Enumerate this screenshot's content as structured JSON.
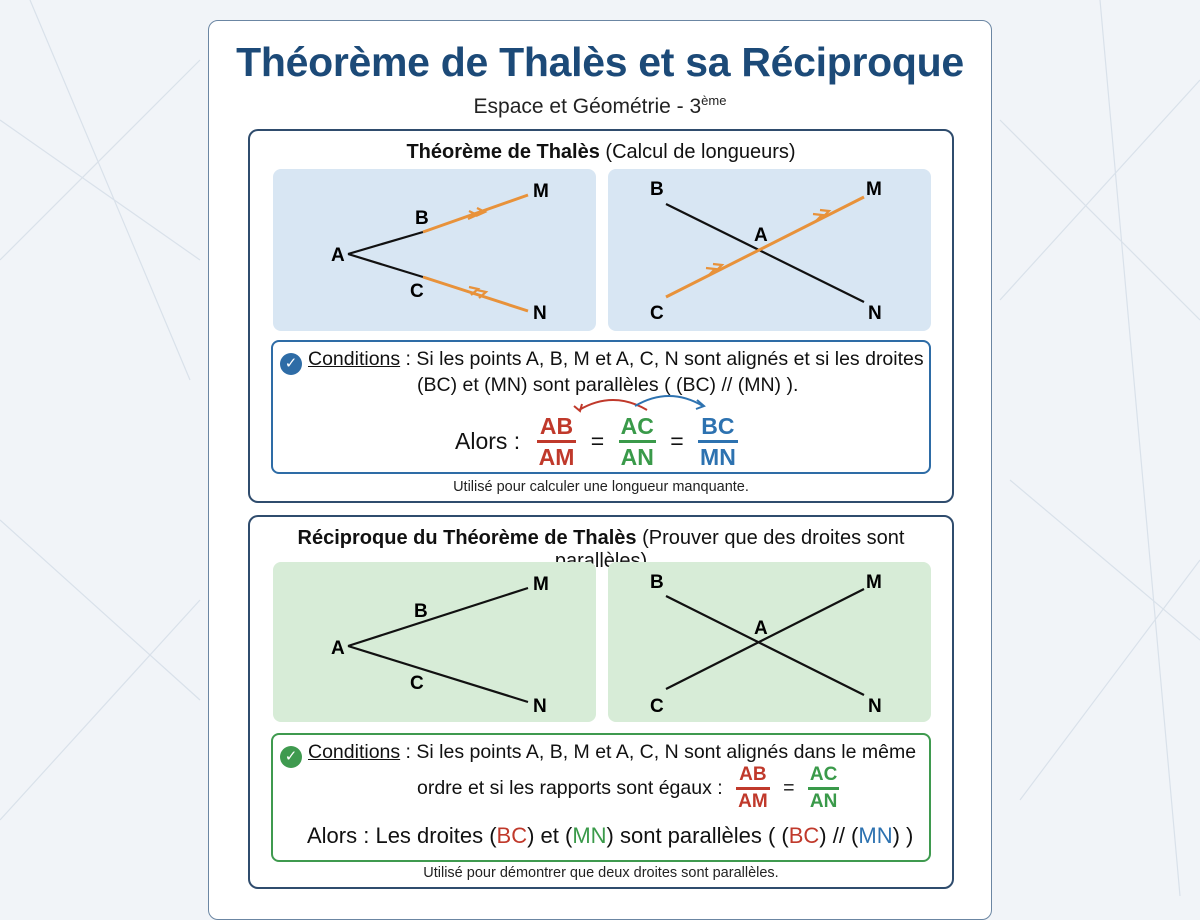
{
  "page": {
    "title": "Théorème de Thalès et sa Réciproque",
    "subtitle": "Espace et Géométrie - 3",
    "subtitle_sup": "ème"
  },
  "theorem": {
    "heading_bold": "Théorème de Thalès",
    "heading_rest": "(Calcul de longueurs)",
    "diagram_left_points": [
      "A",
      "B",
      "C",
      "M",
      "N"
    ],
    "diagram_right_points": [
      "B",
      "M",
      "A",
      "C",
      "N"
    ],
    "conditions_label": "Conditions",
    "conditions_line1": " : Si les points A, B, M et A, C, N sont alignés et si les droites",
    "conditions_line2": "(BC) et (MN) sont parallèles ( (BC) // (MN) ).",
    "then_label": "Alors :",
    "ratio1": {
      "num": "AB",
      "den": "AM"
    },
    "ratio2": {
      "num": "AC",
      "den": "AN"
    },
    "ratio3": {
      "num": "BC",
      "den": "MN"
    },
    "equals": "=",
    "footnote": "Utilisé pour calculer une longueur manquante."
  },
  "converse": {
    "heading_bold": "Réciproque du Théorème de Thalès",
    "heading_rest": "(Prouver que des droites sont parallèles)",
    "conditions_label": "Conditions",
    "conditions_line1": " : Si les points A, B, M et A, C, N sont alignés dans le même",
    "conditions_line2": "ordre et si les rapports sont égaux :",
    "ratio1": {
      "num": "AB",
      "den": "AM"
    },
    "ratio2": {
      "num": "AC",
      "den": "AN"
    },
    "equals": "=",
    "then_prefix": "Alors : Les droites (",
    "bc": "BC",
    "et": ") et (",
    "mn": "MN",
    "then_mid": ") sont parallèles ( (",
    "bc2": "BC",
    "slashes": ") // (",
    "mn2": "MN",
    "then_end": ") )",
    "footnote": "Utilisé pour démontrer que deux droites sont parallèles."
  },
  "colors": {
    "title": "#1c4a78",
    "accent_orange": "#e8923a",
    "blue_panel": "#d8e6f3",
    "green_panel": "#d7ecd7",
    "ratio_red": "#c0392b",
    "ratio_green": "#3a9a4a",
    "ratio_blue": "#2d72b0"
  }
}
